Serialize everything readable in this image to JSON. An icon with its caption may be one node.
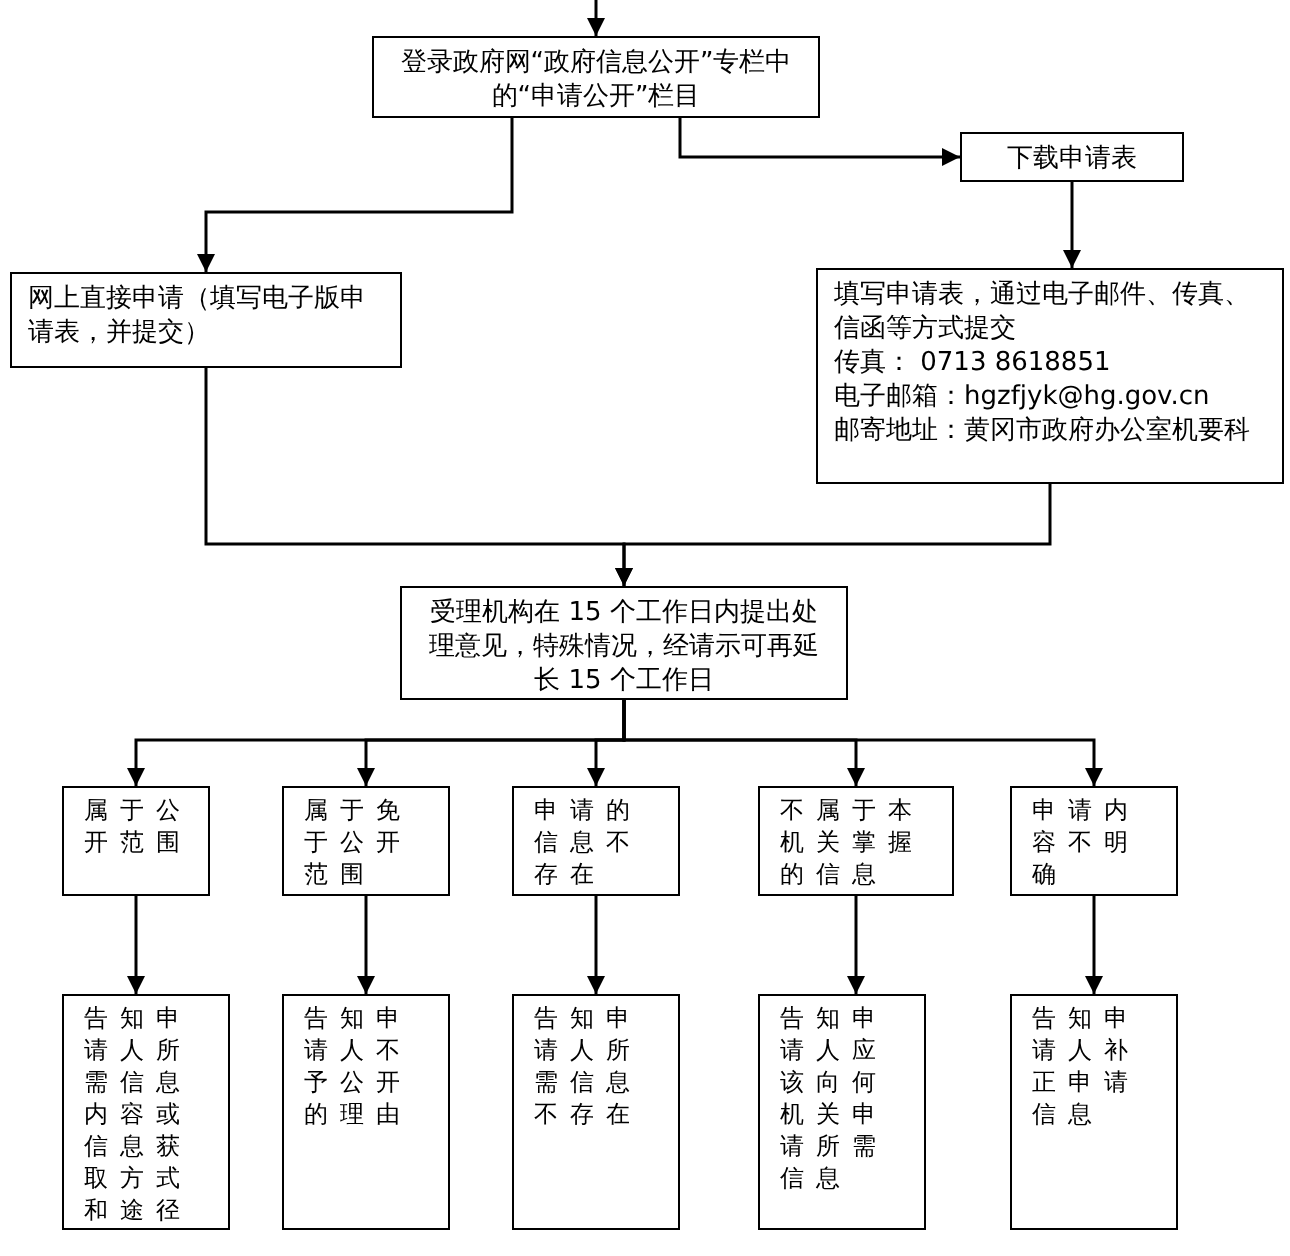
{
  "diagram": {
    "nodes": [
      {
        "text": [
          "登录政府网“政府信息公开”专栏中的“申请公开”栏目"
        ]
      },
      {
        "text": [
          "下载申请表"
        ]
      },
      {
        "text": [
          "网上直接申请（填写电子版申请表，并提交）"
        ]
      },
      {
        "text": [
          "填写申请表，通过电子邮件、传真、信函等方式提交",
          "传真： 0713 8618851",
          "电子邮箱：hgzfjyk@hg.gov.cn",
          "邮寄地址：黄冈市政府办公室机要科"
        ]
      },
      {
        "text": [
          "受理机构在 15 个工作日内提出处理意见，特殊情况，经请示可再延长 15 个工作日"
        ]
      },
      {
        "text": [
          "属于公开范围"
        ]
      },
      {
        "text": [
          "属于免于公开范围"
        ]
      },
      {
        "text": [
          "申请的信息不存在"
        ]
      },
      {
        "text": [
          "不属于本机关掌握的信息"
        ]
      },
      {
        "text": [
          "申请内容不明确"
        ]
      },
      {
        "text": [
          "告知申请人所需信息内容或信息获取方式和途径"
        ]
      },
      {
        "text": [
          "告知申请人不予公开的理由"
        ]
      },
      {
        "text": [
          "告知申请人所需信息不存在"
        ]
      },
      {
        "text": [
          "告知申请人应该向何机关申请所需信息"
        ]
      },
      {
        "text": [
          "告知申请人补正申请信息"
        ]
      }
    ],
    "edges": [
      {
        "from": null,
        "to": 0,
        "arrow": "to"
      },
      {
        "from": 0,
        "to": 2,
        "arrow": "to"
      },
      {
        "from": 0,
        "to": 1,
        "arrow": "to"
      },
      {
        "from": 1,
        "to": 3,
        "arrow": "to"
      },
      {
        "from": 2,
        "to": 4,
        "arrow": "to"
      },
      {
        "from": 3,
        "to": 4,
        "arrow": "to"
      },
      {
        "from": 4,
        "to": 5,
        "arrow": "to"
      },
      {
        "from": 4,
        "to": 6,
        "arrow": "to"
      },
      {
        "from": 4,
        "to": 7,
        "arrow": "to"
      },
      {
        "from": 4,
        "to": 8,
        "arrow": "to"
      },
      {
        "from": 4,
        "to": 9,
        "arrow": "to"
      },
      {
        "from": 5,
        "to": 10,
        "arrow": "to"
      },
      {
        "from": 6,
        "to": 11,
        "arrow": "to"
      },
      {
        "from": 7,
        "to": 12,
        "arrow": "to"
      },
      {
        "from": 8,
        "to": 13,
        "arrow": "to"
      },
      {
        "from": 9,
        "to": 14,
        "arrow": "to"
      }
    ]
  }
}
